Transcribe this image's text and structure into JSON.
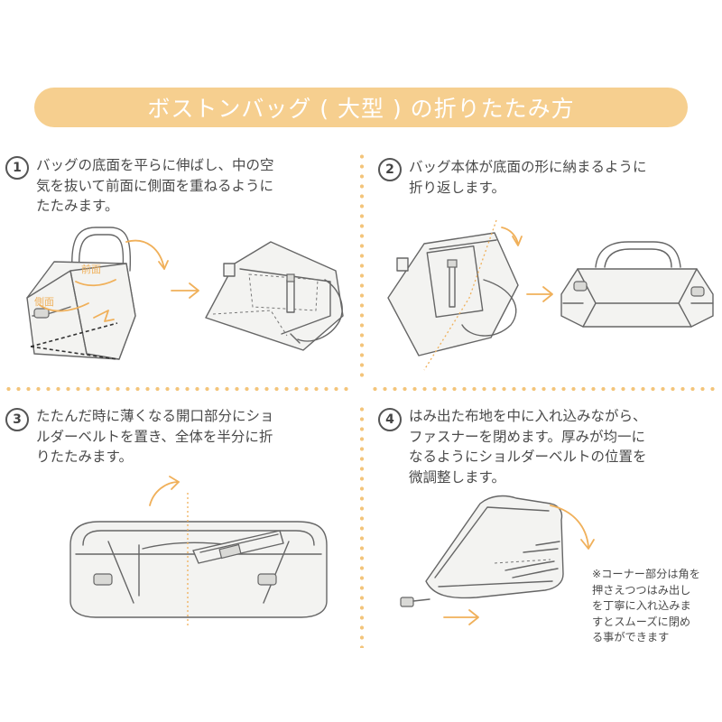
{
  "title": "ボストンバッグ ( 大型 ) の折りたたみ方",
  "colors": {
    "title_bg": "#f6cf8f",
    "accent": "#f0b05a",
    "dots": "#f3c47a"
  },
  "steps": [
    {
      "number": "1",
      "lines": [
        "バッグの底面を平らに伸ばし、中の空",
        "気を抜いて前面に側面を重ねるように",
        "たたみます。"
      ]
    },
    {
      "number": "2",
      "lines": [
        "バッグ本体が底面の形に納まるように",
        "折り返します。"
      ]
    },
    {
      "number": "3",
      "lines": [
        "たたんだ時に薄くなる開口部分にショ",
        "ルダーベルトを置き、全体を半分に折",
        "りたたみます。"
      ]
    },
    {
      "number": "4",
      "lines": [
        "はみ出た布地を中に入れ込みながら、",
        "ファスナーを閉めます。厚みが均一に",
        "なるようにショルダーベルトの位置を",
        "微調整します。"
      ]
    }
  ],
  "labels": {
    "front": "前面",
    "side": "側面"
  },
  "note": [
    "※コーナー部分は角を",
    "押さえつつはみ出し",
    "を丁寧に入れ込みま",
    "すとスムーズに閉め",
    "る事ができます"
  ]
}
